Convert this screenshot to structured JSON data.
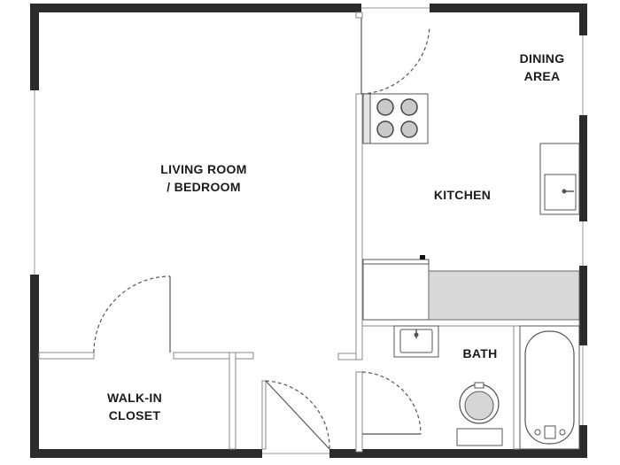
{
  "rooms": {
    "living": {
      "line1": "LIVING ROOM",
      "line2": "/ BEDROOM"
    },
    "dining": {
      "line1": "DINING",
      "line2": "AREA"
    },
    "kitchen": {
      "label": "KITCHEN"
    },
    "bath": {
      "label": "BATH"
    },
    "closet": {
      "line1": "WALK-IN",
      "line2": "CLOSET"
    }
  },
  "colors": {
    "wall": "#2b2b2b",
    "partition": "#cfcfcf",
    "fixture_fill": "#d6d6d6",
    "counter_fill": "#d9d9d9"
  }
}
